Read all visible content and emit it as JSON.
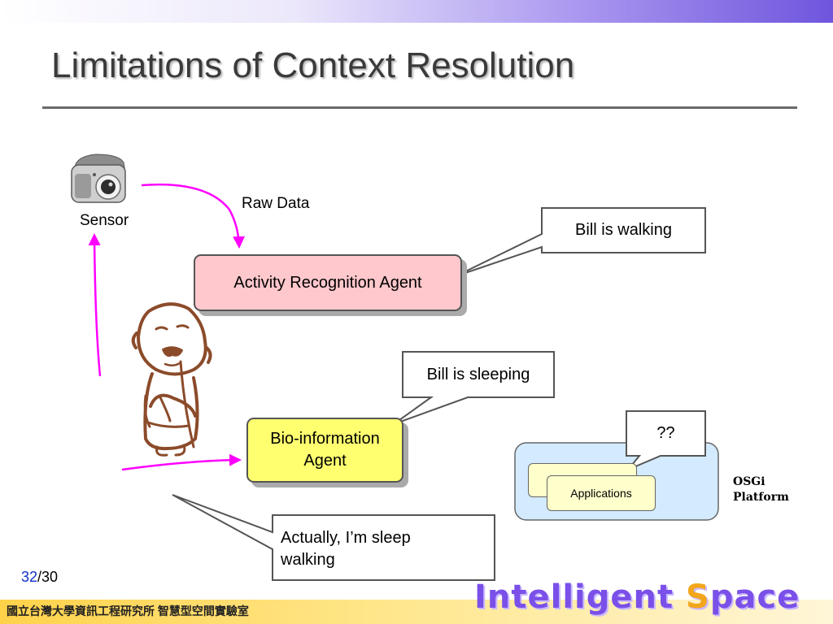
{
  "slide": {
    "title": "Limitations of Context Resolution",
    "page_current": "32",
    "page_total": "/30"
  },
  "diagram": {
    "sensor_label": "Sensor",
    "raw_data_label": "Raw Data",
    "activity_agent": "Activity Recognition Agent",
    "bio_agent": "Bio-information\nAgent",
    "callout_walking": "Bill is walking",
    "callout_sleeping": "Bill is sleeping",
    "callout_question": "??",
    "callout_actually": "Actually, I’m sleep walking",
    "applications": "Applications",
    "osgi": "OSGi\nPlatform"
  },
  "footer": {
    "institution": "國立台灣大學資訊工程研究所 智慧型空間實驗室",
    "brand_part1": "Intelligent ",
    "brand_part2": "S",
    "brand_part3": "pace"
  },
  "colors": {
    "arrow": "#ff00ff",
    "activity_fill": "#ffc8cc",
    "bio_fill": "#ffff70",
    "osgi_fill": "#d3eaff",
    "brand_purple": "#7a50e8",
    "brand_orange": "#f3a51b"
  },
  "icons": [
    "camera-sensor-icon",
    "old-man-illustration"
  ]
}
